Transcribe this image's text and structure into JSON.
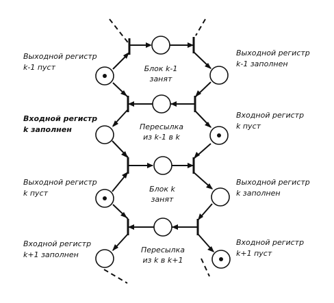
{
  "labels": {
    "left_1": [
      "Выходной регистр",
      "k-1 пуст"
    ],
    "left_2": [
      "Входной регистр",
      "k заполнен"
    ],
    "left_3": [
      "Выходной регистр",
      "k пуст"
    ],
    "left_4": [
      "Входной регистр",
      "k+1 заполнен"
    ],
    "right_1": [
      "Выходной регистр",
      "k-1 заполнен"
    ],
    "right_2": [
      "Входной регистр",
      "k пуст"
    ],
    "right_3": [
      "Выходной регистр",
      "k заполнен"
    ],
    "right_4": [
      "Входной регистр",
      "k+1 пуст"
    ],
    "center_1": [
      "Блок k-1",
      "занят"
    ],
    "center_2": [
      "Пересылка",
      "из k-1 в k"
    ],
    "center_3": [
      "Блок k",
      "занят"
    ],
    "center_4": [
      "Пересылка",
      "из k в k+1"
    ]
  },
  "tokens": {
    "left_1": true,
    "left_2": false,
    "left_3": true,
    "left_4": false,
    "right_1": false,
    "right_2": true,
    "right_3": false,
    "right_4": true,
    "center_1": false,
    "center_2": false,
    "center_3": false,
    "center_4": false
  }
}
